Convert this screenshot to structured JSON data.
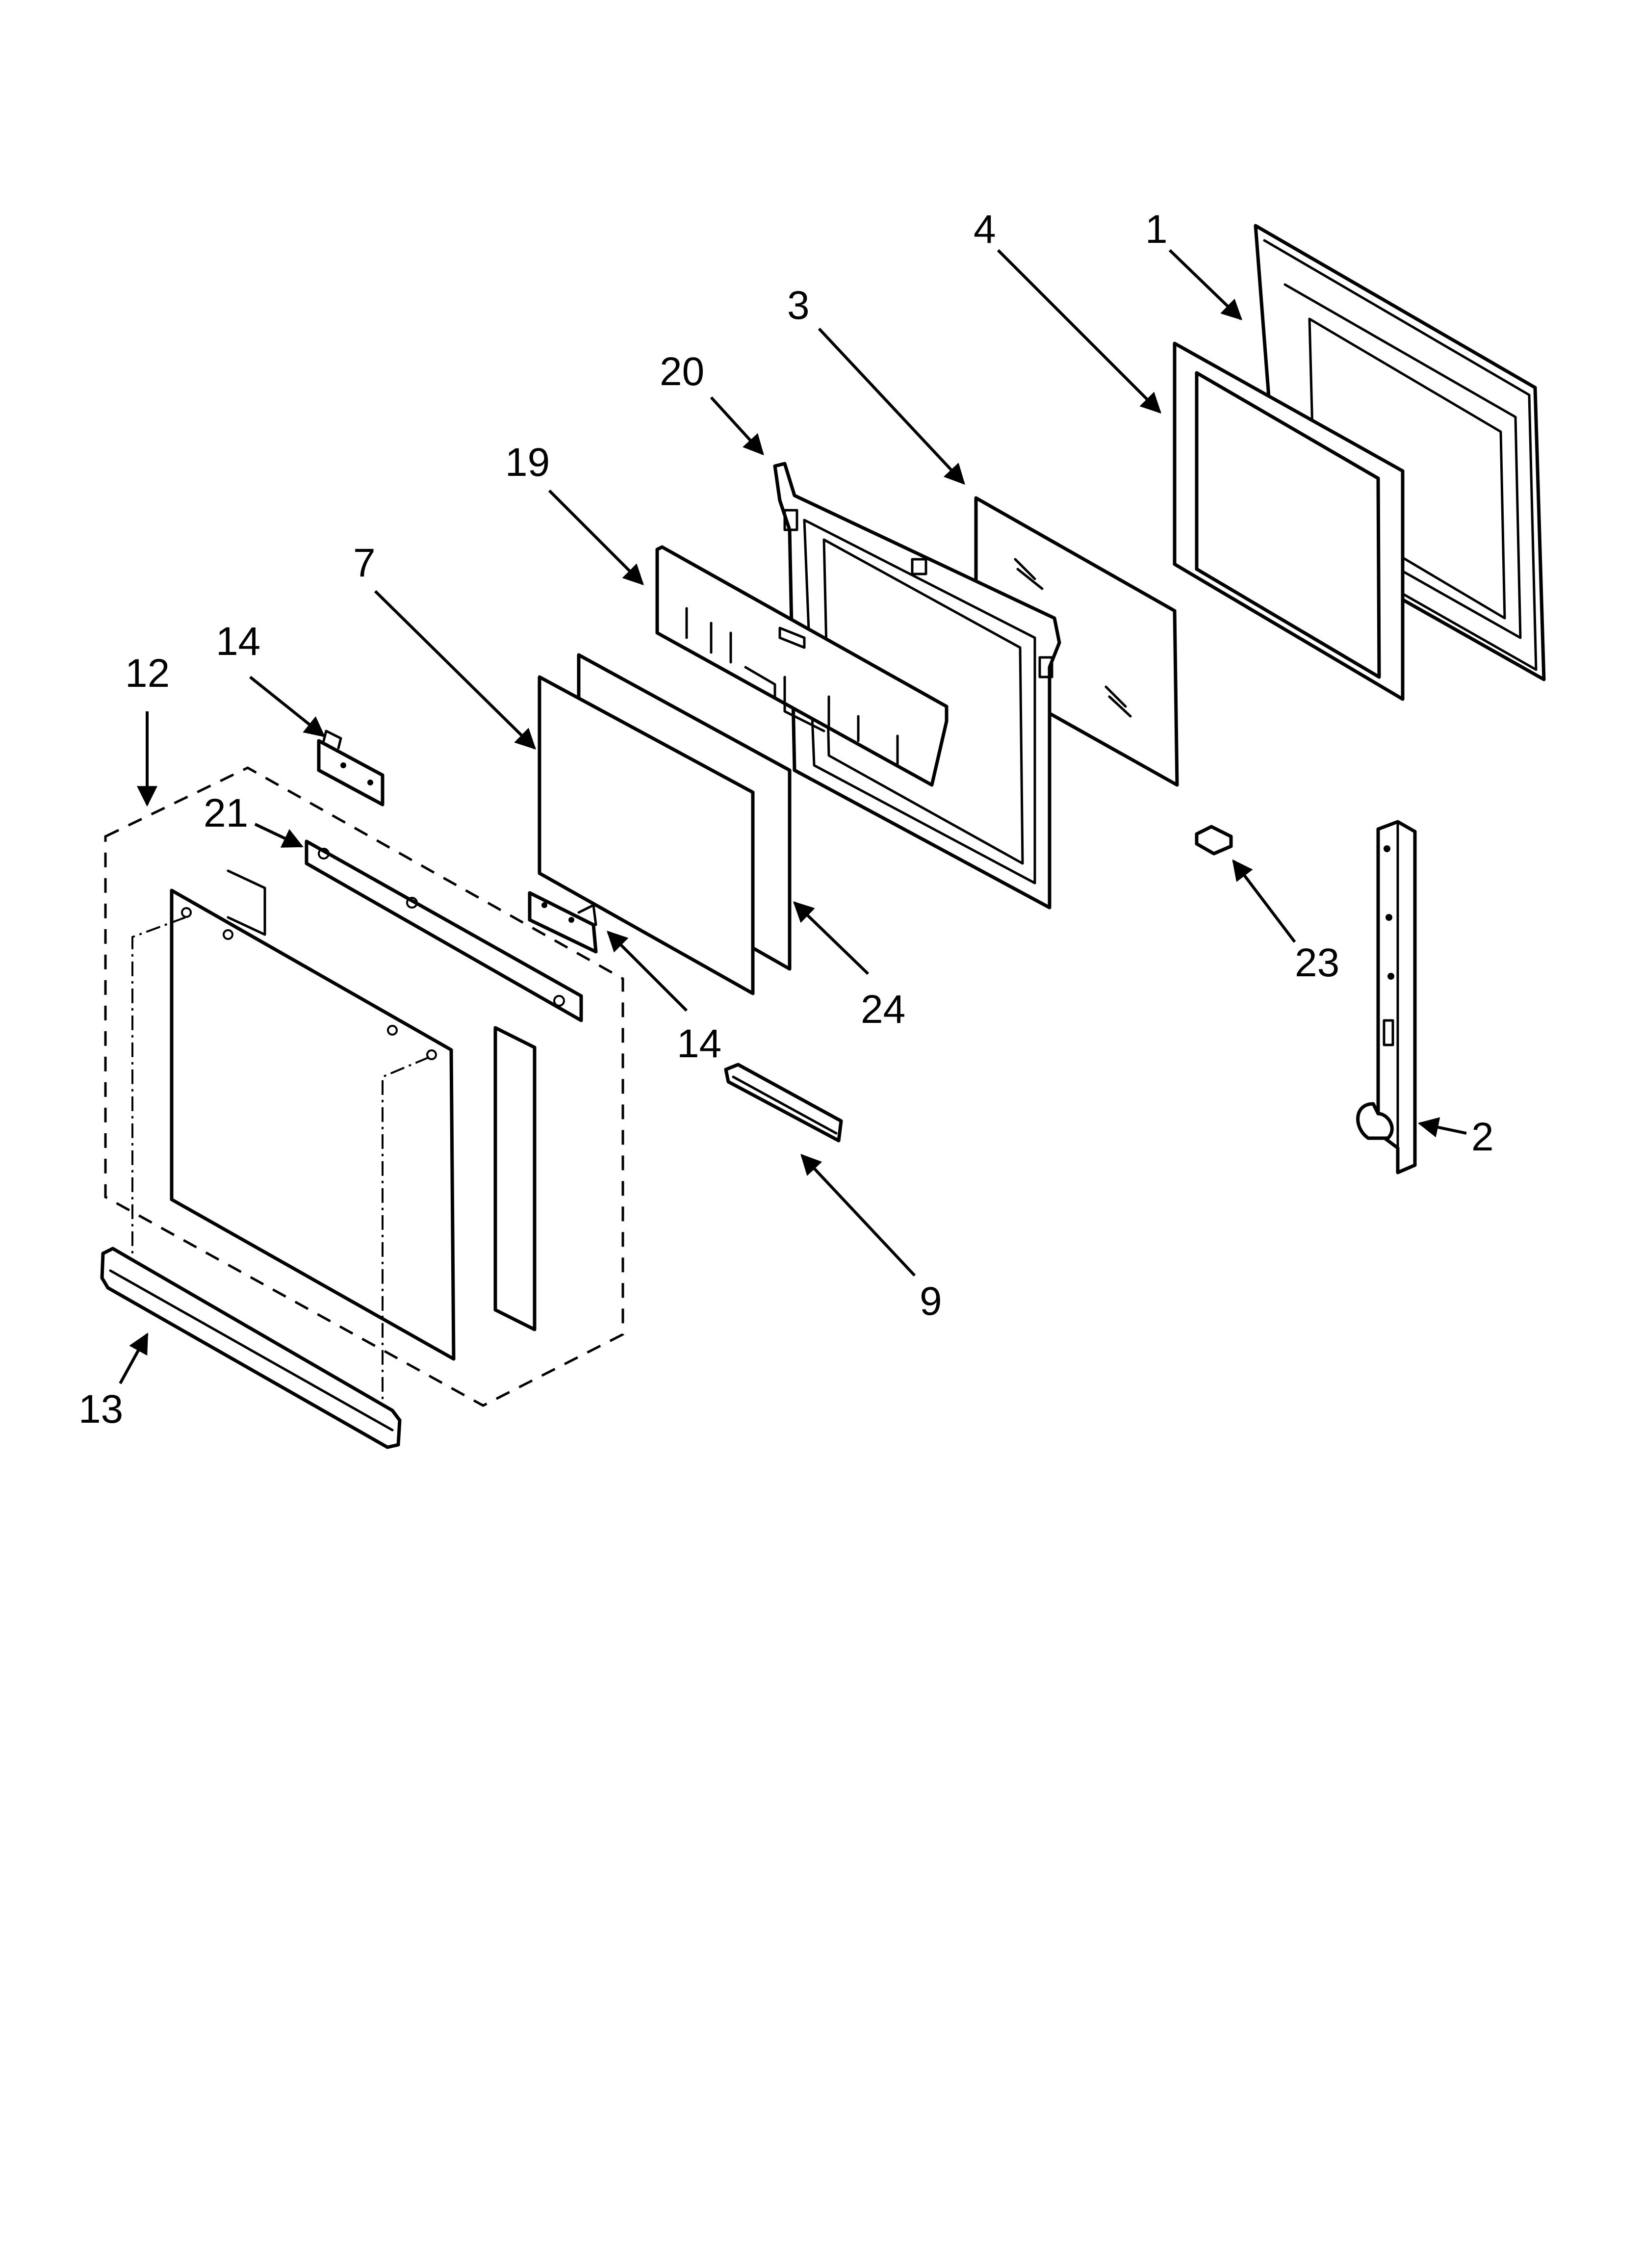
{
  "callouts": {
    "c1": "1",
    "c4": "4",
    "c3": "3",
    "c20": "20",
    "c19": "19",
    "c7": "7",
    "c14a": "14",
    "c12": "12",
    "c21": "21",
    "c14b": "14",
    "c24": "24",
    "c23": "23",
    "c2": "2",
    "c9": "9",
    "c13": "13"
  },
  "colors": {
    "line": "#000000",
    "background": "#ffffff"
  }
}
